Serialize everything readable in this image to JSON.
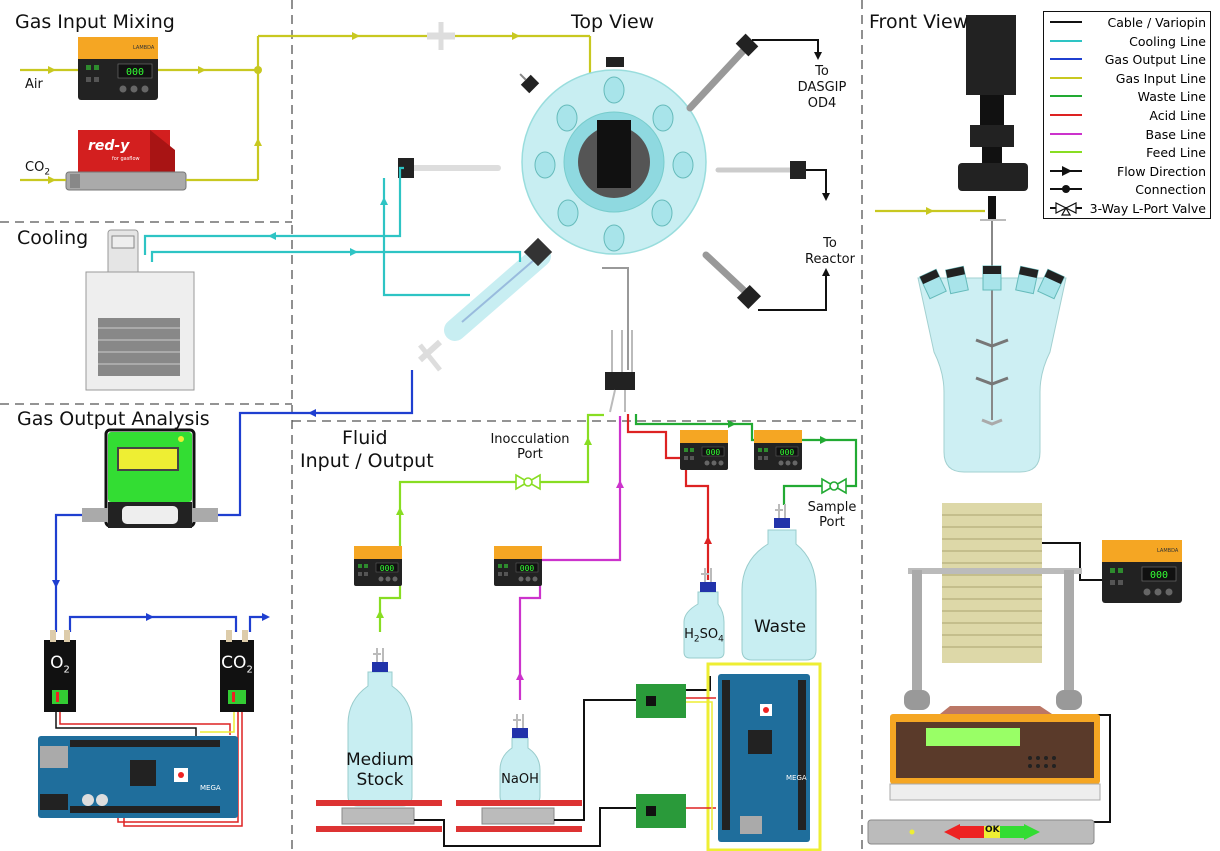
{
  "sections": {
    "gas_input_mixing": "Gas Input Mixing",
    "top_view": "Top View",
    "front_view": "Front View",
    "cooling": "Cooling",
    "gas_output_analysis": "Gas Output Analysis",
    "fluid_io_line1": "Fluid",
    "fluid_io_line2": "Input / Output"
  },
  "labels": {
    "air": "Air",
    "co2": "CO",
    "co2_sub": "2",
    "to_dasgip_1": "To",
    "to_dasgip_2": "DASGIP",
    "to_dasgip_3": "OD4",
    "to_reactor_1": "To",
    "to_reactor_2": "Reactor",
    "inoculation_1": "Inocculation",
    "inoculation_2": "Port",
    "sample_1": "Sample",
    "sample_2": "Port",
    "medium_1": "Medium",
    "medium_2": "Stock",
    "naoh": "NaOH",
    "h2so4": "H",
    "h2so4_sub1": "2",
    "h2so4_mid": "SO",
    "h2so4_sub2": "4",
    "waste": "Waste",
    "o2": "O",
    "o2_sub": "2",
    "sensor_co2": "CO",
    "sensor_co2_sub": "2",
    "red_y": "red-y",
    "red_y_sub": "for gasflow",
    "lambda_brand": "LAMBDA",
    "pump_display": "000",
    "ok": "OK",
    "mega": "MEGA"
  },
  "legend": [
    {
      "label": "Cable / Variopin",
      "color": "#111111",
      "type": "line"
    },
    {
      "label": "Cooling Line",
      "color": "#2ec4c4",
      "type": "line"
    },
    {
      "label": "Gas Output Line",
      "color": "#1f3fd0",
      "type": "line"
    },
    {
      "label": "Gas Input Line",
      "color": "#c8c820",
      "type": "line"
    },
    {
      "label": "Waste Line",
      "color": "#22aa33",
      "type": "line"
    },
    {
      "label": "Acid Line",
      "color": "#dd2222",
      "type": "line"
    },
    {
      "label": "Base Line",
      "color": "#cc33cc",
      "type": "line"
    },
    {
      "label": "Feed Line",
      "color": "#88dd22",
      "type": "line"
    },
    {
      "label": "Flow Direction",
      "color": "#111111",
      "type": "arrow"
    },
    {
      "label": "Connection",
      "color": "#111111",
      "type": "dot"
    },
    {
      "label": "3-Way L-Port Valve",
      "color": "#111111",
      "type": "valve"
    }
  ],
  "colors": {
    "cable": "#111111",
    "cooling": "#2ec4c4",
    "gas_output": "#1f3fd0",
    "gas_input": "#c8c820",
    "waste": "#22aa33",
    "acid": "#dd2222",
    "base": "#cc33cc",
    "feed": "#88dd22",
    "pump_orange": "#f5a623",
    "glass": "#c8eef2",
    "arduino": "#1f6e9c",
    "board_green": "#2a9a3a"
  }
}
